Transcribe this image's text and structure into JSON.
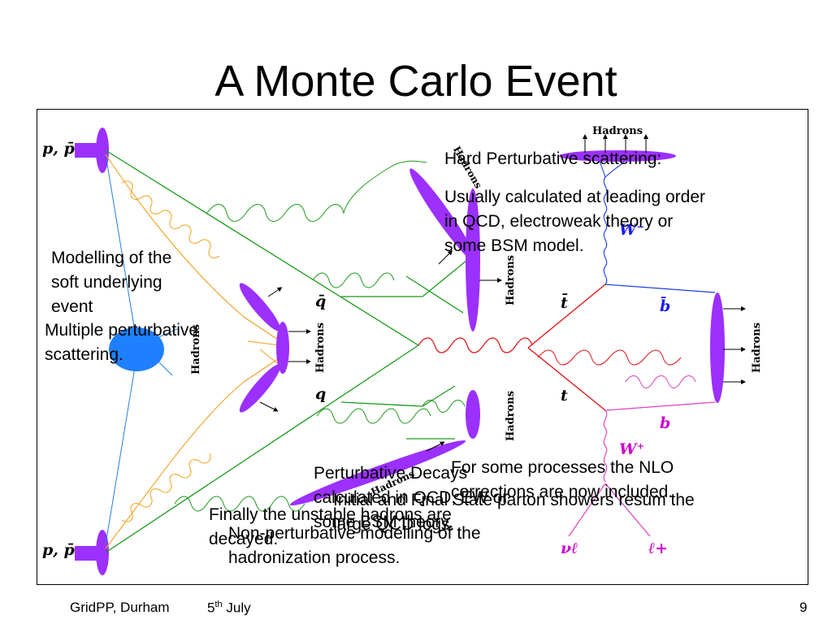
{
  "slide": {
    "title": "A Monte Carlo Event"
  },
  "diagram": {
    "hadrons_label": "Hadrons",
    "particles": {
      "beam_top": "p, p̄",
      "beam_bottom": "p, p̄",
      "qbar": "q̄",
      "q": "q",
      "tbar": "t̄",
      "t": "t",
      "W_minus": "W⁻",
      "W_plus": "W⁺",
      "bbar": "b̄",
      "b": "b",
      "nu": "νℓ",
      "lep": "ℓ+"
    },
    "annotations": {
      "hard_title": "Hard Perturbative scattering:",
      "hard_body_1": "Usually calculated at leading order",
      "hard_body_2": "in QCD, electroweak theory or",
      "hard_body_3": "some BSM model.",
      "soft_1": "Modelling of the",
      "soft_2": "soft underlying",
      "soft_3": "event",
      "mpi_1": "Multiple perturbative",
      "mpi_2": "scattering.",
      "nlo_1": "For some processes the NLO",
      "nlo_2": "corrections are now included.",
      "decays_1": "Perturbative Decays",
      "decays_2": "calculated in QCD, EW or",
      "decays_3": "some BSM theory.",
      "showers": "Initial and Final State parton showers resum the",
      "showers_2": "large QCD logs.",
      "unstable_1": "Finally the unstable hadrons are",
      "unstable_2": "decayed.",
      "hadronization_1": "Non-perturbative modelling of the",
      "hadronization_2": "hadronization process."
    },
    "colors": {
      "hadron_blob": "#9b30ff",
      "soft_blob": "#1e90ff",
      "green_lines": "#1a9a1a",
      "orange_lines": "#f0a020",
      "red_lines": "#e01010",
      "blue_lines": "#2060e0",
      "magenta_lines": "#e040c0"
    }
  },
  "footer": {
    "left": "GridPP, Durham",
    "date_day": "5",
    "date_sup": "th",
    "date_month": "July",
    "page": "9"
  }
}
